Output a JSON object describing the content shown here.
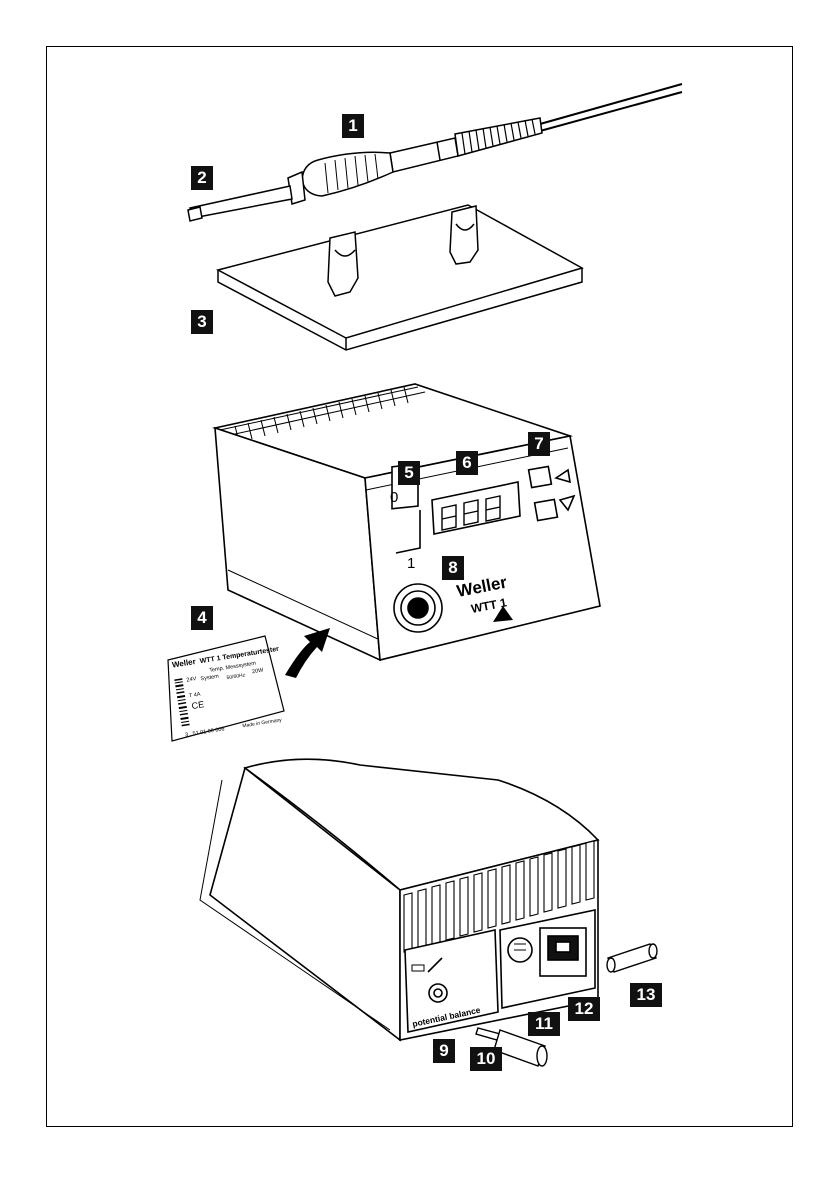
{
  "callouts": [
    "1",
    "2",
    "3",
    "4",
    "5",
    "6",
    "7",
    "8",
    "9",
    "10",
    "11",
    "12",
    "13"
  ],
  "front_panel": {
    "brand": "Weller",
    "model": "WTT 1",
    "switch_off": "0",
    "switch_on": "1"
  },
  "rear_panel": {
    "label": "potential balance"
  },
  "rating_plate": {
    "brand": "Weller",
    "title": "WTT 1 Temperaturtester",
    "line1": "Temp. Messsystem",
    "line2": "System",
    "line3": "50/60Hz",
    "power": "20W",
    "voltage": "24V",
    "fuse": "T 4A",
    "ce": "CE",
    "part_no": "3 ..51 01 00 006",
    "origin": "Made in Germany"
  }
}
